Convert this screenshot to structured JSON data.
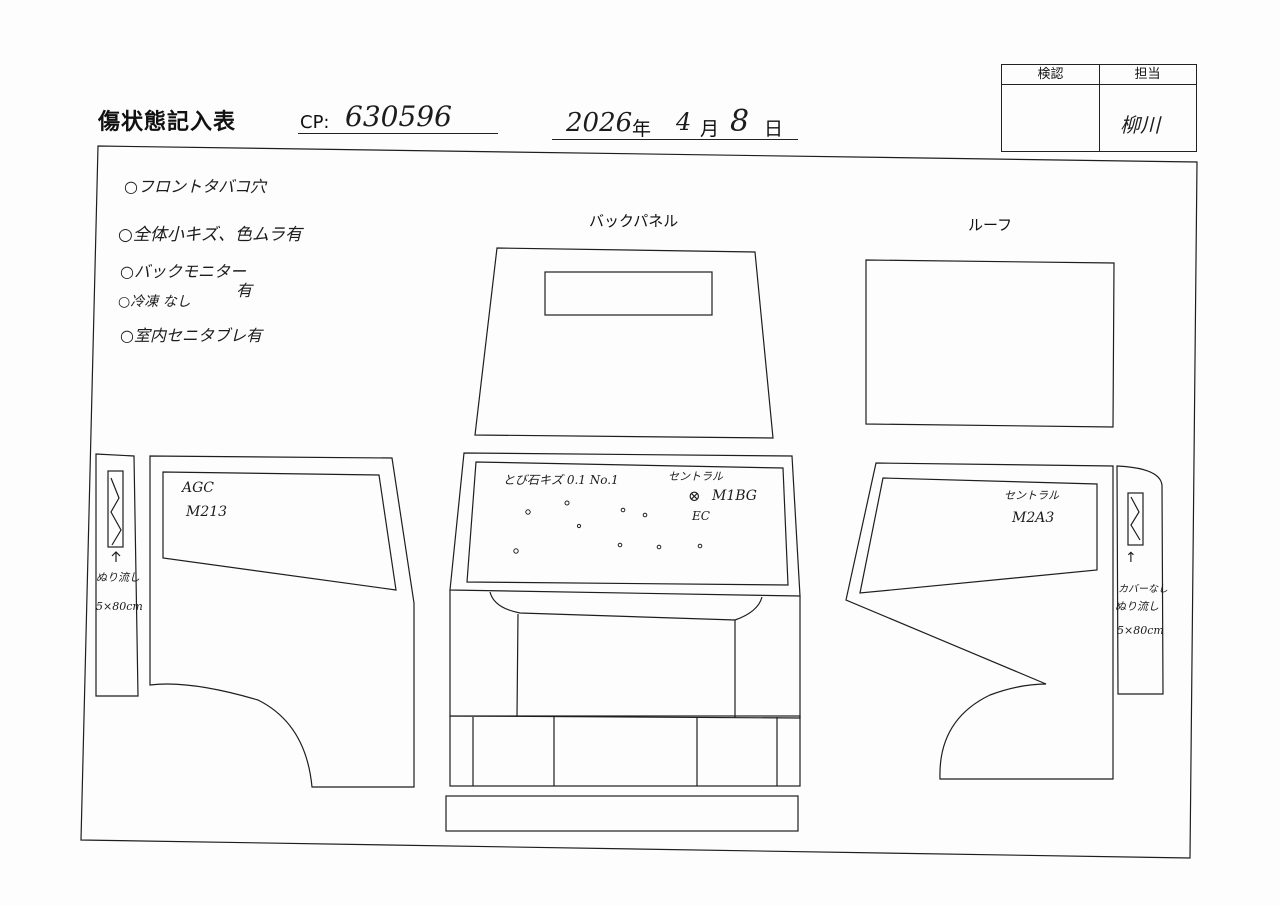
{
  "form": {
    "title": "傷状態記入表",
    "cp_label": "CP:",
    "cp_number": "630596",
    "date": {
      "year": "2026",
      "year_unit": "年",
      "month": "4",
      "month_unit": "月",
      "day": "8",
      "day_unit": "日"
    }
  },
  "approval": {
    "check_label": "検認",
    "staff_label": "担当",
    "staff_signature": "柳川"
  },
  "notes": [
    "○フロントタバコ穴",
    "○全体小キズ、色ムラ有",
    "○バックモニター",
    "○冷凍 なし",
    "○室内セニタブレ有"
  ],
  "notes_side_mark": "有",
  "sections": {
    "back_panel": "バックパネル",
    "roof": "ルーフ"
  },
  "annotations": {
    "left_window_maker": "AGC",
    "left_window_code": "M213",
    "left_pillar_note_1": "ぬり流し",
    "left_pillar_note_2": "5×80cm",
    "windshield_damage": "とび石キズ 0.1 No.1",
    "windshield_maker": "セントラル",
    "windshield_code": "M1BG",
    "windshield_mark": "⊗",
    "windshield_note": "EC",
    "right_window_maker": "セントラル",
    "right_window_code": "M2A3",
    "right_pillar_note_1": "カバーなし",
    "right_pillar_note_2": "ぬり流し",
    "right_pillar_note_3": "5×80cm",
    "pillar_arrow": "↑"
  }
}
